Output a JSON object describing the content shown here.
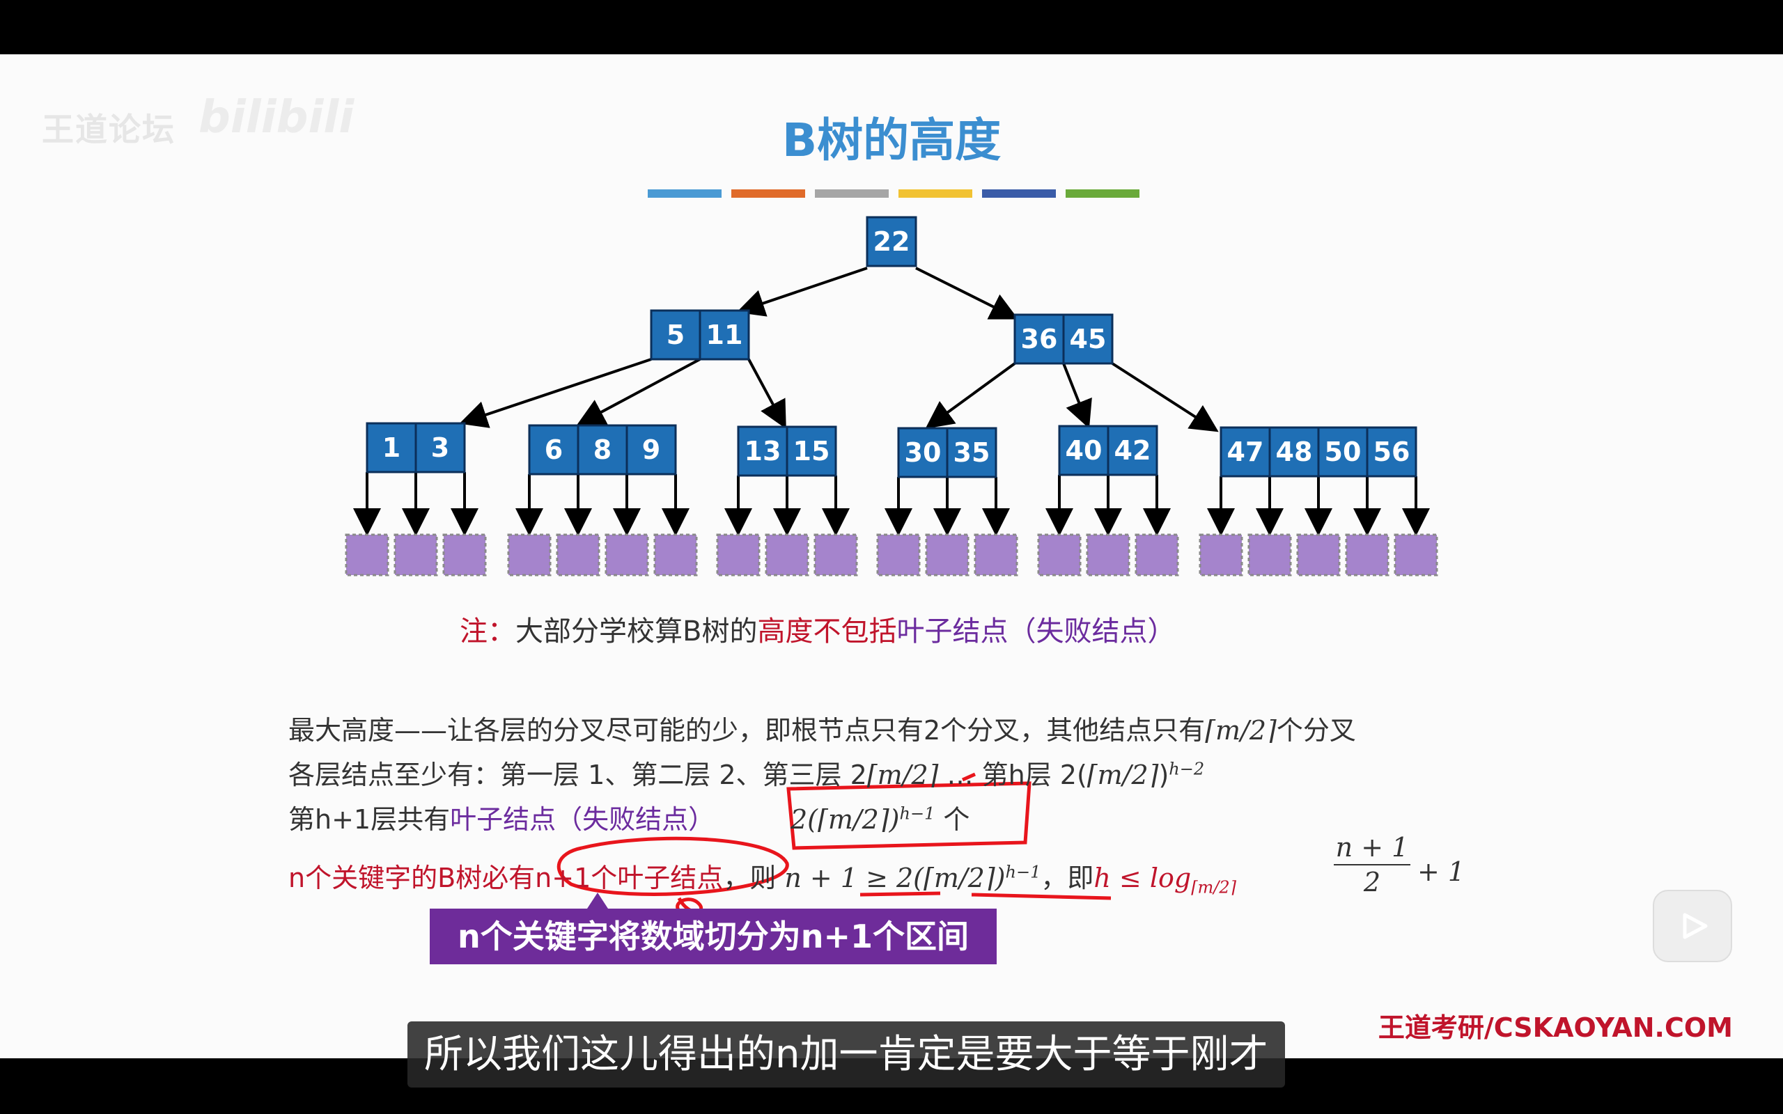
{
  "slide": {
    "title": "B树的高度",
    "watermark": "王道论坛",
    "watermark_logo": "bilibili",
    "stripe_colors": [
      "#4a9ad4",
      "#e06b2a",
      "#a6a6a6",
      "#f1c232",
      "#3a5ca8",
      "#6aaa3a"
    ],
    "tree": {
      "root": [
        "22"
      ],
      "level2": [
        [
          "5",
          "11"
        ],
        [
          "36",
          "45"
        ]
      ],
      "level3": [
        [
          "1",
          "3"
        ],
        [
          "6",
          "8",
          "9"
        ],
        [
          "13",
          "15"
        ],
        [
          "30",
          "35"
        ],
        [
          "40",
          "42"
        ],
        [
          "47",
          "48",
          "50",
          "56"
        ]
      ]
    },
    "note": {
      "prefix": "注：",
      "text1": "大部分学校算B树的",
      "text2": "高度不包括",
      "text3": "叶子结点（失败结点）"
    },
    "lines": {
      "line1_a": "最大高度——让各层的分叉尽可能的少，即根节点只有2个分叉，其他结点只有",
      "line1_math": "⌈m/2⌉",
      "line1_b": "个分叉",
      "line2_a": "各层结点至少有：第一层 1、第二层 2、第三层 2",
      "line2_m1": "⌈m/2⌉",
      "line2_b": " … 第h层 2(",
      "line2_m2": "⌈m/2⌉",
      "line2_c": ")",
      "line2_sup": "h−2",
      "line3_a": "第h+1层共有",
      "line3_b": "叶子结点（失败结点）",
      "line3_math": "2(⌈m/2⌉)",
      "line3_sup": "h−1",
      "line3_c": " 个",
      "line4_a": "n个关键字的B树必有",
      "line4_b": "n+1个叶子结点",
      "line4_c": "，则 ",
      "line4_m1": "n + 1 ≥ 2(⌈m/2⌉)",
      "line4_sup": "h−1",
      "line4_d": "，即",
      "line4_m2": "h ≤ log",
      "line4_sub": "⌈m/2⌉",
      "line4_num": "n + 1",
      "line4_den": "2",
      "line4_plus": "+ 1"
    },
    "banner": "n个关键字将数域切分为n+1个区间",
    "brand": "王道考研/CSKAOYAN.COM"
  },
  "subtitle": "所以我们这儿得出的n加一肯定是要大于等于刚才",
  "player": {
    "icon": "play-icon"
  }
}
